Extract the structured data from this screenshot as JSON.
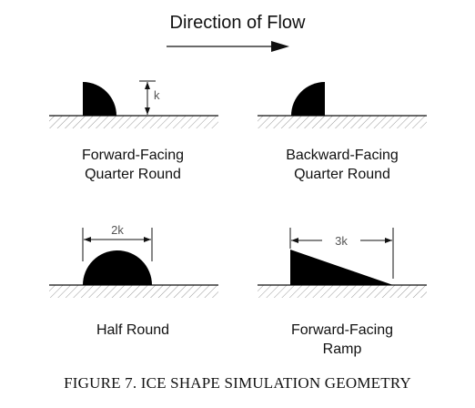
{
  "header": {
    "flow_title": "Direction of Flow"
  },
  "panels": [
    {
      "name": "Forward-Facing Quarter Round",
      "label_line1": "Forward-Facing",
      "label_line2": "Quarter Round",
      "dimension": "k"
    },
    {
      "name": "Backward-Facing Quarter Round",
      "label_line1": "Backward-Facing",
      "label_line2": "Quarter Round"
    },
    {
      "name": "Half Round",
      "label_line1": "Half Round",
      "dimension": "2k"
    },
    {
      "name": "Forward-Facing Ramp",
      "label_line1": "Forward-Facing",
      "label_line2": "Ramp",
      "dimension": "3k"
    }
  ],
  "caption": "FIGURE 7.  ICE SHAPE SIMULATION GEOMETRY"
}
